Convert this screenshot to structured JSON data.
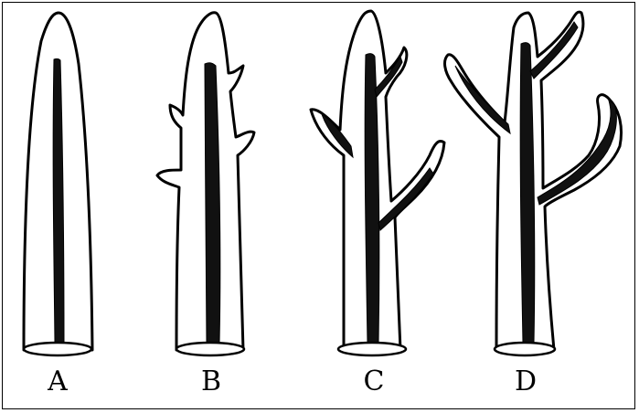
{
  "figure": {
    "labels": [
      "A",
      "B",
      "C",
      "D"
    ]
  },
  "colors": {
    "ink": "#000000",
    "paper": "#ffffff"
  }
}
